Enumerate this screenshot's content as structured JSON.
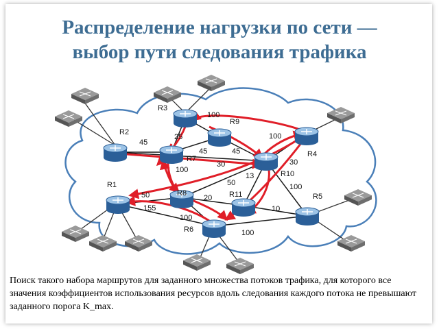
{
  "title": {
    "line1": "Распределение нагрузки по сети —",
    "line2": "выбор пути следования трафика"
  },
  "routers": [
    {
      "id": "R1",
      "label": "R1"
    },
    {
      "id": "R2",
      "label": "R2"
    },
    {
      "id": "R3",
      "label": "R3"
    },
    {
      "id": "R4",
      "label": "R4"
    },
    {
      "id": "R5",
      "label": "R5"
    },
    {
      "id": "R6",
      "label": "R6"
    },
    {
      "id": "R7",
      "label": "R7"
    },
    {
      "id": "R8",
      "label": "R8"
    },
    {
      "id": "R9",
      "label": "R9"
    },
    {
      "id": "R10",
      "label": "R10"
    },
    {
      "id": "R11",
      "label": "R11"
    }
  ],
  "link_weights": [
    "45",
    "100",
    "25",
    "45",
    "45",
    "100",
    "30",
    "30",
    "13",
    "100",
    "10",
    "20",
    "50",
    "50",
    "155",
    "100",
    "100",
    "100"
  ],
  "caption": "Поиск такого набора маршрутов для заданного множества потоков трафика, для которого все значения коэффициентов использования ресурсов вдоль следования каждого потока не превышают заданного порога K_max.",
  "colors": {
    "title": "#3e6d93",
    "router_body": "#2b5f98",
    "router_top": "#9cc3e6",
    "switch": "#6e6e6e",
    "link": "#1a1a1a",
    "traffic": "#e01e28",
    "cloud_fill": "#ffffff",
    "cloud_stroke": "#4a7fb8"
  }
}
